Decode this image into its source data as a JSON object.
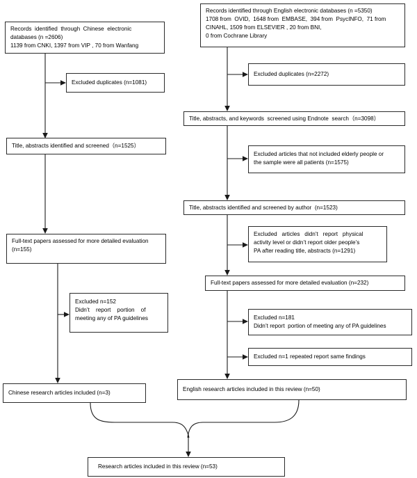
{
  "diagram": {
    "title": "PRISMA study selection flow diagram",
    "type": "flowchart",
    "colors": {
      "box_border": "#2a2a2a",
      "connector": "#1a1a1a",
      "background": "#ffffff"
    }
  },
  "boxes": {
    "cn_records": {
      "line1": "Records  identified  through  Chinese  electronic",
      "line2": "databases (n =2606)",
      "line3": "1139 from CNKI, 1397 from VIP , 70 from Wanfang"
    },
    "en_records": {
      "line1": "Records identified through English electronic databases (n =5350)",
      "line2": "1708 from  OVID,  1648 from  EMBASE,  394 from  PsycINFO,  71 from",
      "line3": "CINAHL, 1509 from ELSEVIER , 20 from BNI,",
      "line4": "0 from Cochrane Library"
    },
    "cn_dupes": {
      "line1": "Excluded duplicates (n=1081)"
    },
    "en_dupes": {
      "line1": "Excluded duplicates (n=2272)"
    },
    "en_endnote": {
      "line1": "Title, abstracts, and keywords  screened using Endnote  search（n=3098）"
    },
    "cn_screened": {
      "line1": "Title, abstracts identified and screened（n=1525）"
    },
    "en_excl_elderly": {
      "line1": "Excluded articles that not included elderly people or",
      "line2": "the sample were all patients (n=1575)"
    },
    "en_screened_author": {
      "line1": "Title, abstracts identified and screened by author  (n=1523)"
    },
    "cn_fulltext": {
      "line1": "Full-text papers assessed for more detailed evaluation",
      "line2": "(n=155)"
    },
    "en_excl_pa": {
      "line1": "Excluded   articles   didn’t   report   physical",
      "line2": "activity level or didn’t report older people’s",
      "line3": "PA after reading title, abstracts (n=1291)"
    },
    "en_fulltext": {
      "line1": "Full-text papers assessed for more detailed evaluation (n=232)"
    },
    "cn_excl_152": {
      "line1": "Excluded n=152",
      "line2": "Didn’t    report    portion    of",
      "line3": "meeting any of PA guidelines"
    },
    "en_excl_181": {
      "line1": "Excluded n=181",
      "line2": "Didn’t report  portion of meeting any of PA guidelines"
    },
    "en_excl_1": {
      "line1": "Excluded n=1 repeated report same findings"
    },
    "cn_included": {
      "line1": "Chinese research articles included (n=3)"
    },
    "en_included": {
      "line1": "English research articles included in this review (n=50)"
    },
    "total_included": {
      "line1": "Research articles included in this review (n=53)"
    }
  },
  "counts": {
    "chinese_records": 2606,
    "cnki": 1139,
    "vip": 1397,
    "wanfang": 70,
    "english_records": 5350,
    "ovid": 1708,
    "embase": 1648,
    "psycinfo": 394,
    "cinahl": 71,
    "elsevier": 1509,
    "bni": 20,
    "cochrane": 0,
    "chinese_duplicates_excluded": 1081,
    "english_duplicates_excluded": 2272,
    "english_endnote_screened": 3098,
    "chinese_screened": 1525,
    "english_excluded_not_elderly": 1575,
    "english_screened_by_author": 1523,
    "chinese_fulltext": 155,
    "english_excluded_no_pa": 1291,
    "english_fulltext": 232,
    "chinese_excluded_no_portion": 152,
    "english_excluded_no_portion": 181,
    "english_excluded_repeated": 1,
    "chinese_included": 3,
    "english_included": 50,
    "total_included": 53
  }
}
